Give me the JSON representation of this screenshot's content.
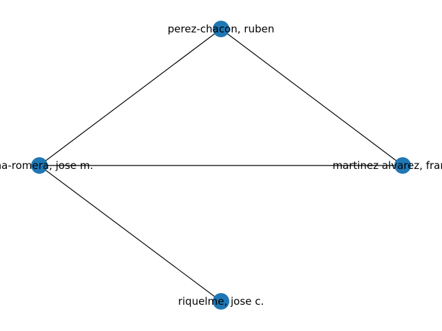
{
  "graph": {
    "node_color": "#1f77b4",
    "edge_color": "#000000",
    "nodes": [
      {
        "id": "perez",
        "label": "perez-chacon, ruben"
      },
      {
        "id": "romera",
        "label": "luna-romera, jose m."
      },
      {
        "id": "martinez",
        "label": "martinez alvarez, francisco"
      },
      {
        "id": "riquelme",
        "label": "riquelme, jose c."
      }
    ],
    "edges": [
      {
        "source": "perez",
        "target": "romera"
      },
      {
        "source": "perez",
        "target": "martinez"
      },
      {
        "source": "romera",
        "target": "martinez"
      },
      {
        "source": "romera",
        "target": "riquelme"
      }
    ]
  }
}
